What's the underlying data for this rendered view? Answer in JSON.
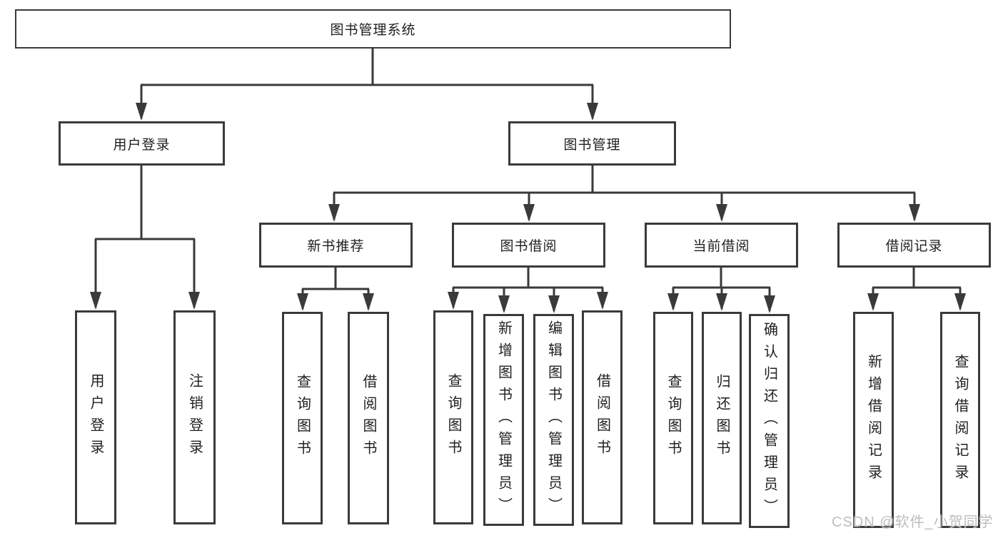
{
  "watermark": "CSDN @软件_小贺同学",
  "colors": {
    "line": "#3a3a3a",
    "text": "#1f1f1f",
    "background": "#ffffff",
    "watermark": "#b9b9b9"
  },
  "tree": {
    "root": {
      "label": "图书管理系统"
    },
    "children": [
      {
        "label": "用户登录",
        "children": [
          {
            "label": "用户登录"
          },
          {
            "label": "注销登录"
          }
        ]
      },
      {
        "label": "图书管理",
        "children": [
          {
            "label": "新书推荐",
            "children": [
              {
                "label": "查询图书"
              },
              {
                "label": "借阅图书"
              }
            ]
          },
          {
            "label": "图书借阅",
            "children": [
              {
                "label": "查询图书"
              },
              {
                "label": "新增图书（管理员）"
              },
              {
                "label": "编辑图书（管理员）"
              },
              {
                "label": "借阅图书"
              }
            ]
          },
          {
            "label": "当前借阅",
            "children": [
              {
                "label": "查询图书"
              },
              {
                "label": "归还图书"
              },
              {
                "label": "确认归还（管理员）"
              }
            ]
          },
          {
            "label": "借阅记录",
            "children": [
              {
                "label": "新增借阅记录"
              },
              {
                "label": "查询借阅记录"
              }
            ]
          }
        ]
      }
    ]
  }
}
